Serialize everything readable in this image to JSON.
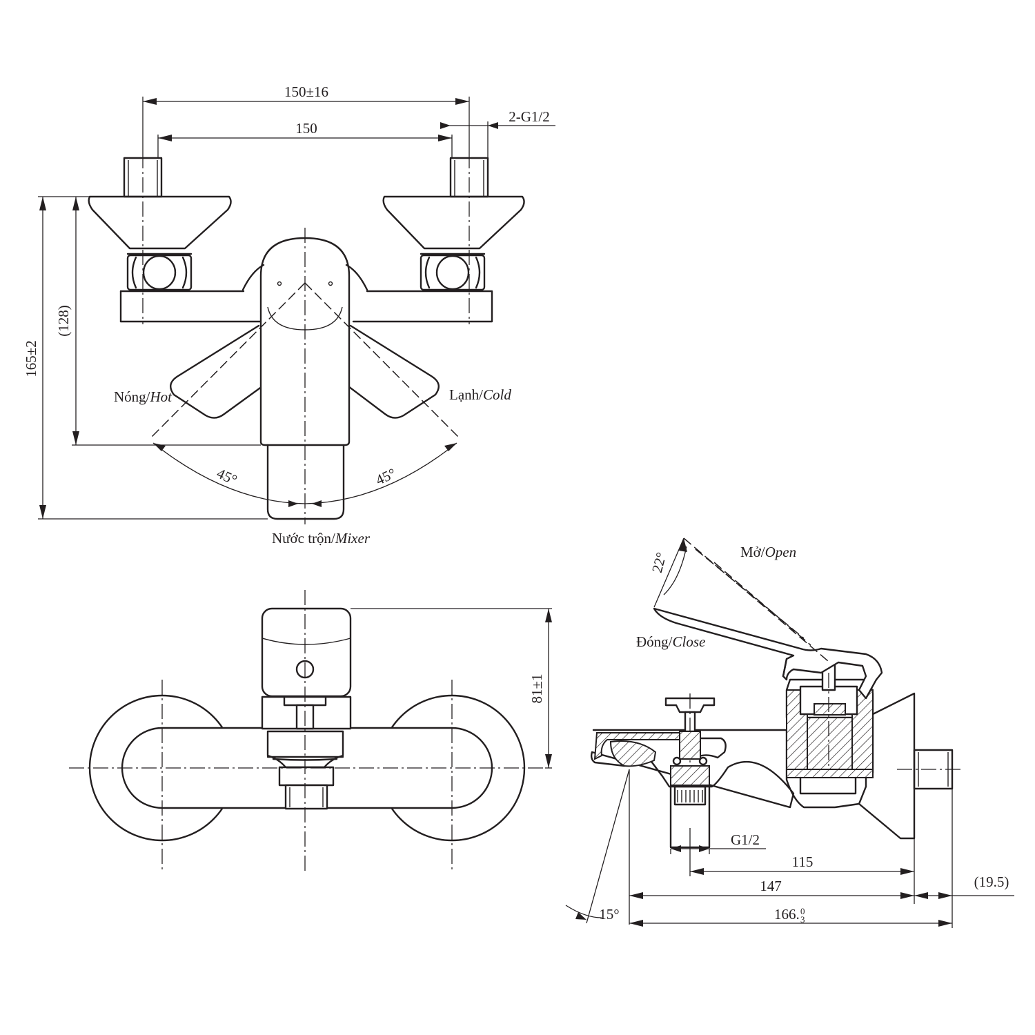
{
  "diagram": {
    "top_view": {
      "dim_outer_width": "150±16",
      "dim_inner_width": "150",
      "dim_inlet": "2-G1/2",
      "dim_total_height": "165±2",
      "dim_height": "(128)",
      "hot_vi": "Nóng/",
      "hot_en": "Hot",
      "cold_vi": "Lạnh/",
      "cold_en": "Cold",
      "angle_left": "45°",
      "angle_right": "45°",
      "mixer_vi": "Nước trộn/",
      "mixer_en": "Mixer"
    },
    "front_view": {
      "dim_height": "81±1"
    },
    "side_view": {
      "open_vi": "Mở/",
      "open_en": "Open",
      "close_vi": "Đóng/",
      "close_en": "Close",
      "angle_lever": "22°",
      "angle_spout": "15°",
      "dim_outlet": "G1/2",
      "dim_115": "115",
      "dim_147": "147",
      "dim_overall": "166.",
      "dim_tol_upper": "0",
      "dim_tol_lower": "3",
      "dim_extra": "(19.5)"
    }
  }
}
